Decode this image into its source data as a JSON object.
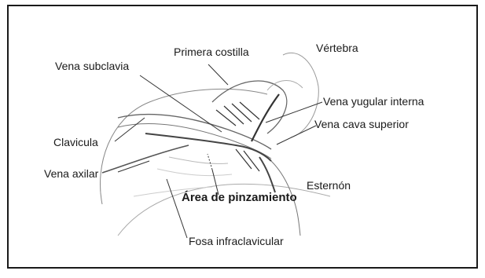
{
  "labels": {
    "primera_costilla": "Primera costilla",
    "vertebra": "Vértebra",
    "vena_subclavia": "Vena subclavia",
    "vena_yugular_interna": "Vena yugular interna",
    "vena_cava_superior": "Vena cava superior",
    "clavicula": "Clavicula",
    "vena_axilar": "Vena axilar",
    "esternon": "Esternón",
    "area_de_pinzamiento": "Área de pinzamiento",
    "fosa_infraclavicular": "Fosa infraclavicular"
  },
  "colors": {
    "ink": "#1a1a1a",
    "line": "#555555",
    "shade": "#999999"
  }
}
